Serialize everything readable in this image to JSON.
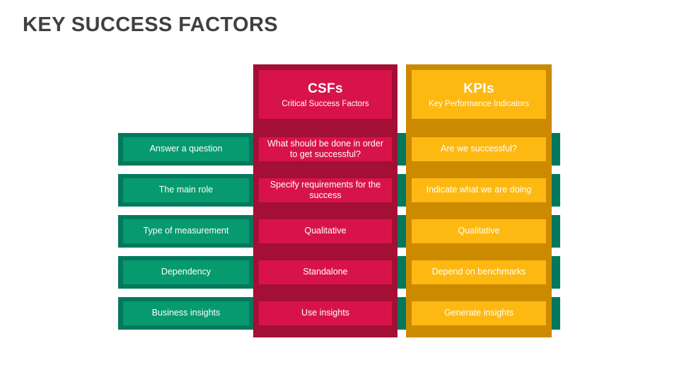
{
  "page": {
    "title": "KEY SUCCESS FACTORS",
    "background_color": "#FFFFFF",
    "title_color": "#404040"
  },
  "palette": {
    "green_outer": "#02795D",
    "green_inner": "#069A6E",
    "csf_outer": "#A30F35",
    "csf_inner": "#D8134A",
    "kpi_outer": "#CB8A00",
    "kpi_inner": "#FDB812",
    "text_on_color": "#FFFFFF"
  },
  "columns": {
    "csf": {
      "title": "CSFs",
      "subtitle": "Critical Success Factors"
    },
    "kpi": {
      "title": "KPIs",
      "subtitle": "Key Performance Indicators"
    }
  },
  "rows": [
    {
      "attribute": "Answer a question",
      "csf": "What should be done in order to get successful?",
      "kpi": "Are we successful?"
    },
    {
      "attribute": "The main role",
      "csf": "Specify requirements for the success",
      "kpi": "Indicate what we are doing"
    },
    {
      "attribute": "Type of measurement",
      "csf": "Qualitative",
      "kpi": "Qualitative"
    },
    {
      "attribute": "Dependency",
      "csf": "Standalone",
      "kpi": "Depend on benchmarks"
    },
    {
      "attribute": "Business insights",
      "csf": "Use insights",
      "kpi": "Generate insights"
    }
  ]
}
